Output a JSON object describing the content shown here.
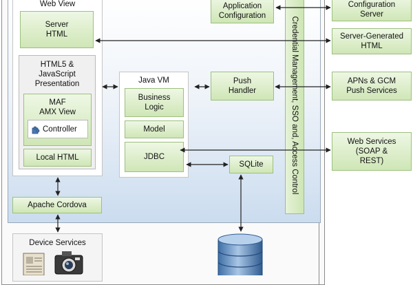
{
  "web_view": {
    "title": "Web View",
    "server_html": "Server\nHTML",
    "html5_title": "HTML5 &\nJavaScript\nPresentation",
    "maf_title": "MAF\nAMX View",
    "controller": "Controller",
    "local_html": "Local HTML"
  },
  "java_vm": {
    "title": "Java VM",
    "business_logic": "Business\nLogic",
    "model": "Model",
    "jdbc": "JDBC"
  },
  "app_configuration": "Application\nConfiguration",
  "push_handler": "Push\nHandler",
  "sqlite": "SQLite",
  "apache_cordova": "Apache Cordova",
  "credential_bar": "Credential Management, SSO and, Access Control",
  "device_services": {
    "title": "Device Services"
  },
  "server_side": {
    "configuration_server": "Configuration\nServer",
    "server_generated_html": "Server-Generated\nHTML",
    "apns_gcm": "APNs & GCM\nPush Services",
    "web_services": "Web Services\n(SOAP &\nREST)"
  },
  "colors": {
    "box_fill": "#d6eac2",
    "box_border": "#9cbf7f",
    "app_gradient_bottom": "#cbdcef",
    "arrow": "#222222"
  }
}
